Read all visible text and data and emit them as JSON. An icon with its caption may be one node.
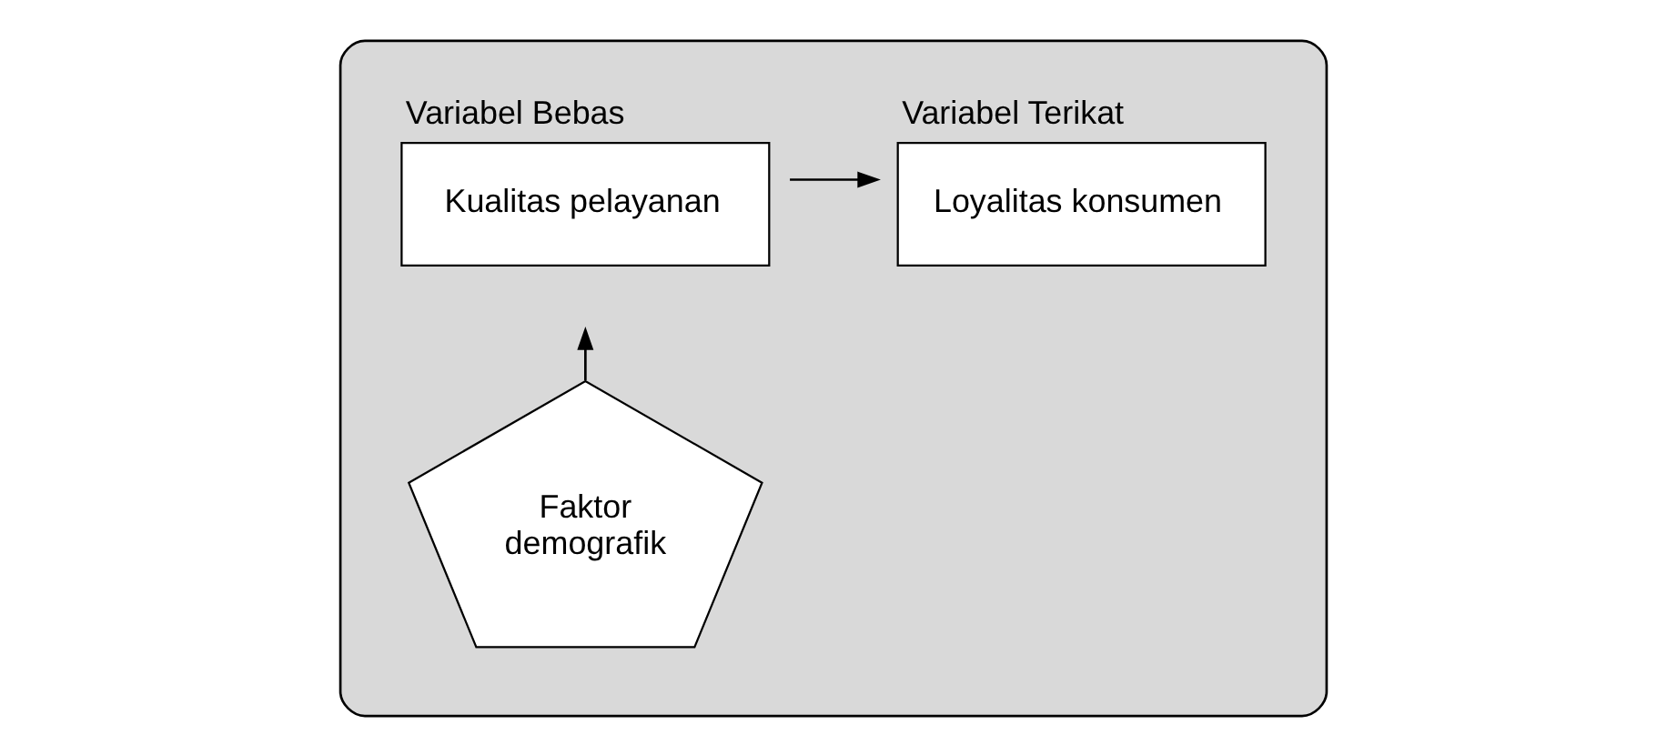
{
  "diagram": {
    "nodes": [
      {
        "text": [],
        "shape": "box"
      },
      {
        "text": [
          "Kualitas pelayanan"
        ],
        "beside": [
          "Variabel Bebas"
        ],
        "in": 0
      },
      {
        "text": [
          "Loyalitas konsumen"
        ],
        "beside": [
          "Variabel Terikat"
        ],
        "in": 0
      },
      {
        "text": [
          "Faktor demografik"
        ],
        "in": 0
      }
    ],
    "edges": [
      {
        "from": 1,
        "to": 2,
        "arrow": "to"
      },
      {
        "from": 3,
        "to": null,
        "arrow": "to"
      }
    ]
  }
}
